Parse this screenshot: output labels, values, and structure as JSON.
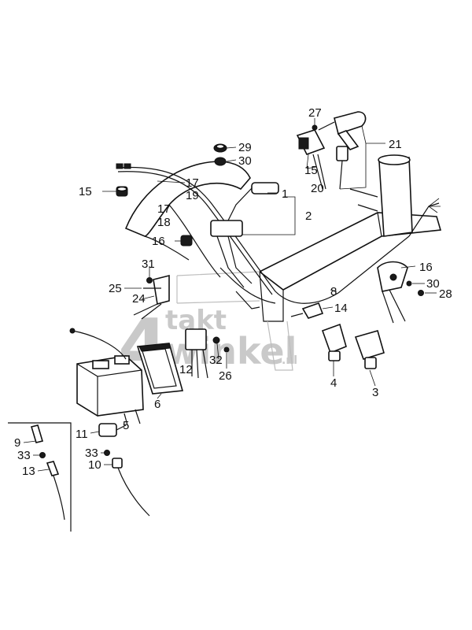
{
  "diagram": {
    "watermark": {
      "digit": "4",
      "top": "takt",
      "bottom": "winkel",
      "suffix": ".nl"
    },
    "labels": [
      {
        "key": "label-27",
        "text": "27"
      },
      {
        "key": "label-21",
        "text": "21"
      },
      {
        "key": "label-29",
        "text": "29"
      },
      {
        "key": "label-30-top",
        "text": "30"
      },
      {
        "key": "label-15-right",
        "text": "15"
      },
      {
        "key": "label-20",
        "text": "20"
      },
      {
        "key": "label-15-left",
        "text": "15"
      },
      {
        "key": "label-17-a",
        "text": "17"
      },
      {
        "key": "label-19",
        "text": "19"
      },
      {
        "key": "label-1",
        "text": "1"
      },
      {
        "key": "label-17-b",
        "text": "17"
      },
      {
        "key": "label-18",
        "text": "18"
      },
      {
        "key": "label-2",
        "text": "2"
      },
      {
        "key": "label-16-left",
        "text": "16"
      },
      {
        "key": "label-31",
        "text": "31"
      },
      {
        "key": "label-25",
        "text": "25"
      },
      {
        "key": "label-24",
        "text": "24"
      },
      {
        "key": "label-8",
        "text": "8"
      },
      {
        "key": "label-16-right",
        "text": "16"
      },
      {
        "key": "label-30-right",
        "text": "30"
      },
      {
        "key": "label-28",
        "text": "28"
      },
      {
        "key": "label-14",
        "text": "14"
      },
      {
        "key": "label-32",
        "text": "32"
      },
      {
        "key": "label-12",
        "text": "12"
      },
      {
        "key": "label-26",
        "text": "26"
      },
      {
        "key": "label-4",
        "text": "4"
      },
      {
        "key": "label-3",
        "text": "3"
      },
      {
        "key": "label-6",
        "text": "6"
      },
      {
        "key": "label-5",
        "text": "5"
      },
      {
        "key": "label-11",
        "text": "11"
      },
      {
        "key": "label-9",
        "text": "9"
      },
      {
        "key": "label-33-left",
        "text": "33"
      },
      {
        "key": "label-13",
        "text": "13"
      },
      {
        "key": "label-33-right",
        "text": "33"
      },
      {
        "key": "label-10",
        "text": "10"
      }
    ]
  }
}
